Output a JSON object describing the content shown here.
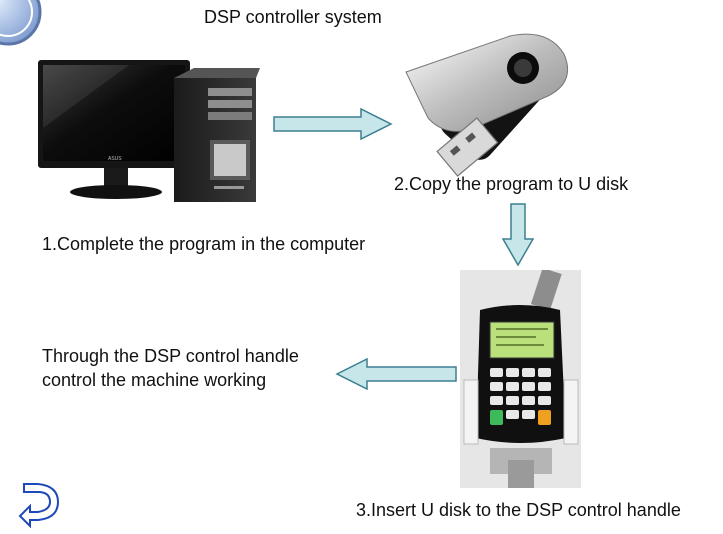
{
  "title": "DSP controller system",
  "steps": {
    "step1": "1.Complete the program in the computer",
    "step2": "2.Copy the program to U disk",
    "step3": "3.Insert U disk to the DSP control handle",
    "step4_line1": "Through the DSP control handle",
    "step4_line2": "control the machine working"
  },
  "monitor_brand": "ASUS",
  "colors": {
    "arrow_fill": "#c7e6ea",
    "arrow_stroke": "#3d7f8f",
    "lcd": "#b9e07b",
    "nav_icon": "#1f49b8"
  },
  "icons": {
    "corner_logo": "corner-logo-icon",
    "back": "back-arrow-icon"
  }
}
